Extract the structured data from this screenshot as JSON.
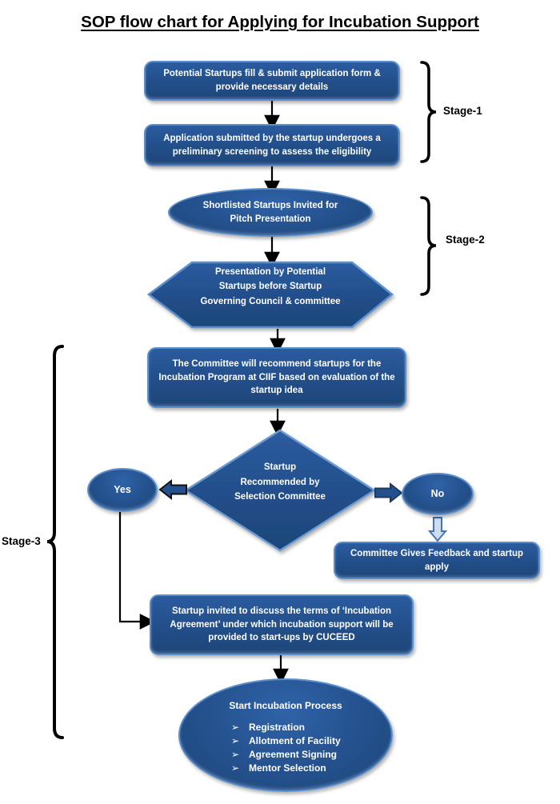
{
  "title": "SOP flow chart for Applying for Incubation Support",
  "stages": {
    "stage1": "Stage-1",
    "stage2": "Stage-2",
    "stage3": "Stage-3"
  },
  "nodes": {
    "apply": "Potential Startups fill & submit application form & provide necessary details",
    "screening": "Application submitted by the startup undergoes a preliminary screening to assess the eligibility",
    "shortlist": "Shortlisted Startups Invited for Pitch Presentation",
    "presentation": "Presentation by Potential Startups before Startup Governing Council & committee",
    "recommend": "The Committee will recommend startups for the Incubation Program at CIIF based on evaluation of the startup idea",
    "decision": "Startup Recommended by Selection Committee",
    "yes_label": "Yes",
    "no_label": "No",
    "feedback": "Committee Gives Feedback and startup apply",
    "agreement": "Startup invited to discuss the terms of ‘Incubation Agreement’ under which incubation support will be provided to start-ups by CUCEED",
    "incubation_title": "Start Incubation Process",
    "incubation_steps": [
      "Registration",
      "Allotment of Facility",
      "Agreement Signing",
      "Mentor Selection"
    ],
    "step_bullet": "➢"
  },
  "colors": {
    "shape_fill": "#24518D",
    "shape_border": "#5B8FCD",
    "text": "#FFFFFF",
    "arrow": "#000000",
    "block_arrow_fill": "#24518D",
    "light_arrow_fill": "#CFDEEF",
    "light_arrow_border": "#4573B9"
  }
}
